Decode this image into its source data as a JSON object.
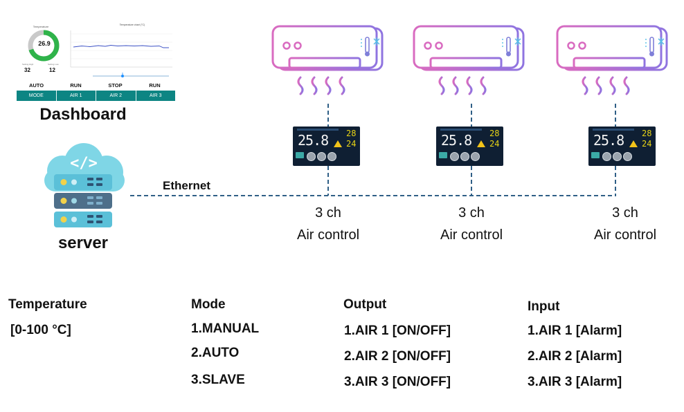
{
  "dashboard": {
    "caption": "Dashboard",
    "gauge": {
      "title": "Temperature",
      "value": "26.9",
      "fill_fraction": 0.7
    },
    "setpoints": [
      {
        "caption": "Setting High",
        "value": "32"
      },
      {
        "caption": "Setting Low",
        "value": "12"
      }
    ],
    "chart_title": "Temperature chart (°C)",
    "status": [
      "AUTO",
      "RUN",
      "STOP",
      "RUN"
    ],
    "tabs": [
      "MODE",
      "AIR 1",
      "AIR 2",
      "AIR 3"
    ]
  },
  "server": {
    "caption": "server"
  },
  "network": {
    "label": "Ethernet"
  },
  "controllers": [
    {
      "display_value": "25.8",
      "setpoint_high": "28",
      "setpoint_low": "24",
      "channels": "3 ch",
      "caption": "Air control"
    },
    {
      "display_value": "25.8",
      "setpoint_high": "28",
      "setpoint_low": "24",
      "channels": "3 ch",
      "caption": "Air control"
    },
    {
      "display_value": "25.8",
      "setpoint_high": "28",
      "setpoint_low": "24",
      "channels": "3 ch",
      "caption": "Air control"
    }
  ],
  "legend": {
    "temperature": {
      "title": "Temperature",
      "items": [
        "[0-100 °C]"
      ]
    },
    "mode": {
      "title": "Mode",
      "items": [
        "1.MANUAL",
        "2.AUTO",
        "3.SLAVE"
      ]
    },
    "output": {
      "title": "Output",
      "items": [
        "1.AIR 1 [ON/OFF]",
        "2.AIR 2 [ON/OFF]",
        "3.AIR 3 [ON/OFF]"
      ]
    },
    "input": {
      "title": "Input",
      "items": [
        "1.AIR 1 [Alarm]",
        "2.AIR 2 [Alarm]",
        "3.AIR 3 [Alarm]"
      ]
    }
  },
  "colors": {
    "teal": "#0d8583",
    "ethernet_line": "#2f5f86",
    "ac_pink": "#d96bc0",
    "ac_purple": "#8f74e0",
    "server_cyan": "#7fd6e6",
    "server_slate": "#4e6f8a",
    "gauge_green": "#2fb34a",
    "panel_bg": "#0f1f33",
    "display_white": "#f2f2f2",
    "display_yellow": "#e8d416",
    "warning_yellow": "#f2c319"
  }
}
